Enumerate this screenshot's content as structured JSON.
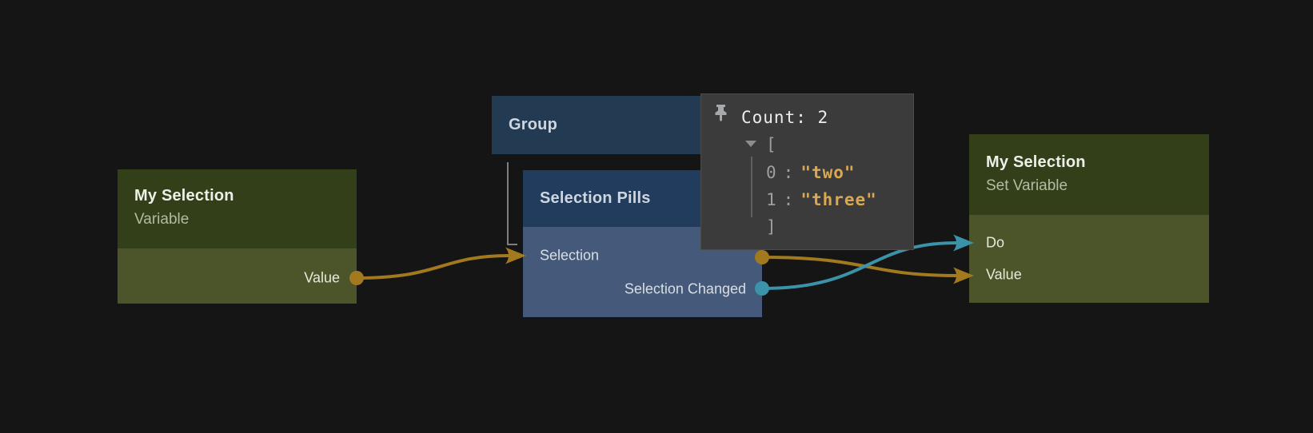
{
  "canvas": {
    "background": "#151515"
  },
  "colors": {
    "green_header": "#333f19",
    "green_body": "#4b5529",
    "group_header": "#233a53",
    "pills_header": "#223c5d",
    "pills_body": "#45597a",
    "wire_value": "#a2791f",
    "wire_signal": "#3a93a9",
    "tree_line": "#7e7e7e",
    "popup_bg": "#3b3b3b",
    "popup_string": "#d9a850"
  },
  "icons": {
    "pin": "pin-icon",
    "array_toggle": "triangle-down-icon"
  },
  "nodes": {
    "variable": {
      "title": "My Selection",
      "subtitle": "Variable",
      "outputs": [
        {
          "label": "Value"
        }
      ]
    },
    "group": {
      "title": "Group"
    },
    "selection_pills": {
      "title": "Selection Pills",
      "inputs": [
        {
          "label": "Selection"
        }
      ],
      "outputs": [
        {
          "label": "Selection Changed"
        }
      ]
    },
    "set_variable": {
      "title": "My Selection",
      "subtitle": "Set Variable",
      "inputs": [
        {
          "label": "Do"
        },
        {
          "label": "Value"
        }
      ]
    }
  },
  "connections": [
    {
      "from": "My Selection.Value",
      "to": "Selection Pills.Selection",
      "type": "value"
    },
    {
      "from": "Selection Pills.Selection",
      "to": "My Selection.Value",
      "type": "value"
    },
    {
      "from": "Selection Pills.Selection Changed",
      "to": "My Selection.Do",
      "type": "signal"
    }
  ],
  "popup": {
    "count_label": "Count: 2",
    "open_bracket": "[",
    "close_bracket": "]",
    "items": [
      {
        "index": "0",
        "separator": ":",
        "value": "\"two\""
      },
      {
        "index": "1",
        "separator": ":",
        "value": "\"three\""
      }
    ]
  }
}
